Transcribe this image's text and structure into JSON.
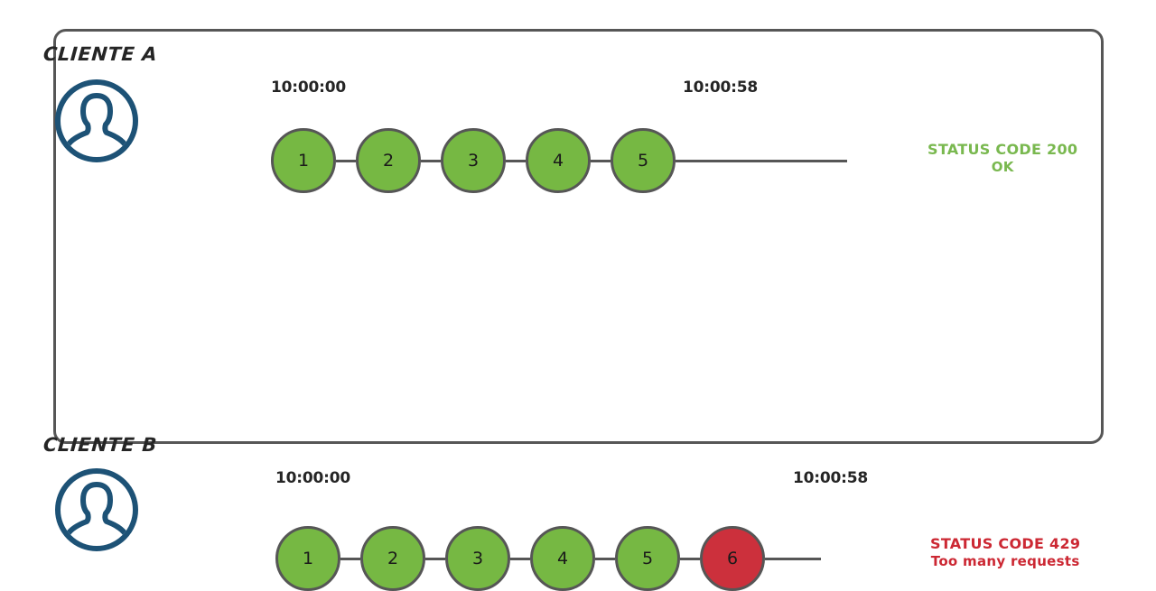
{
  "diagram": {
    "title_visible": false,
    "colors": {
      "panel_border": "#565656",
      "node_green": "#76b843",
      "node_red": "#cc303c",
      "node_stroke": "#565656",
      "avatar_blue": "#1d5276",
      "status_ok_text": "#79b84f",
      "status_error_text": "#cc2833",
      "label_text": "#252525",
      "background": "#ffffff"
    },
    "rows": [
      {
        "id": "row-a",
        "client_label": "CLIENTE A",
        "avatar_icon": "user-avatar-icon",
        "start_time": "10:00:00",
        "end_time": "10:00:58",
        "nodes": [
          {
            "label": "1",
            "state": "ok"
          },
          {
            "label": "2",
            "state": "ok"
          },
          {
            "label": "3",
            "state": "ok"
          },
          {
            "label": "4",
            "state": "ok"
          },
          {
            "label": "5",
            "state": "ok"
          }
        ],
        "status": {
          "line1": "STATUS CODE 200",
          "line2": "OK",
          "state": "ok"
        }
      },
      {
        "id": "row-b",
        "client_label": "CLIENTE B",
        "avatar_icon": "user-avatar-icon",
        "start_time": "10:00:00",
        "end_time": "10:00:58",
        "nodes": [
          {
            "label": "1",
            "state": "ok"
          },
          {
            "label": "2",
            "state": "ok"
          },
          {
            "label": "3",
            "state": "ok"
          },
          {
            "label": "4",
            "state": "ok"
          },
          {
            "label": "5",
            "state": "ok"
          },
          {
            "label": "6",
            "state": "error"
          }
        ],
        "status": {
          "line1": "STATUS CODE 429",
          "line2": "Too many requests",
          "state": "error"
        }
      }
    ]
  }
}
